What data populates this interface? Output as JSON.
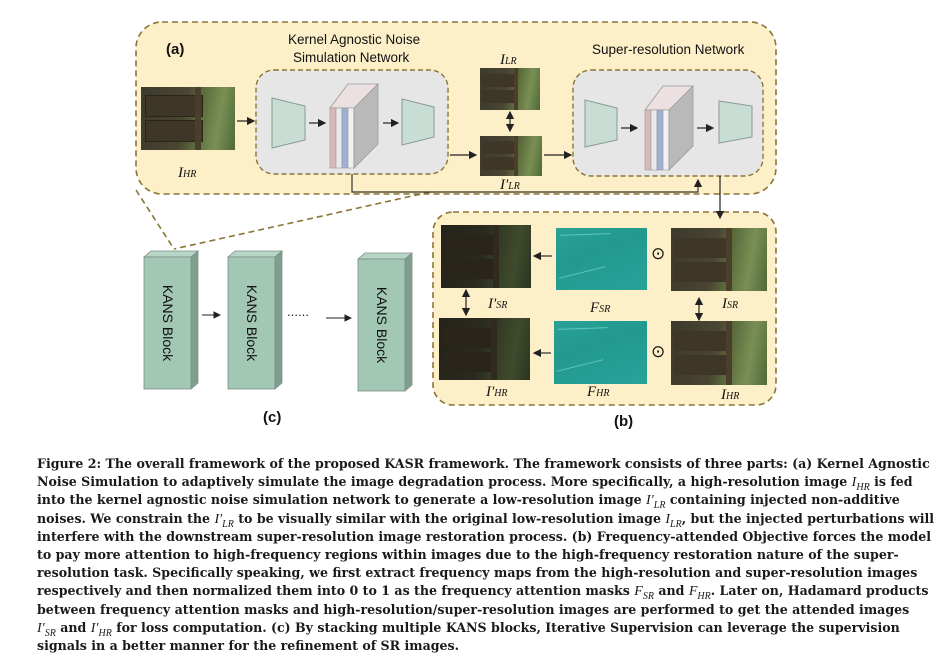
{
  "figure": {
    "panels": {
      "a_label": "(a)",
      "b_label": "(b)",
      "c_label": "(c)"
    },
    "kans_network": {
      "title_line1": "Kernel Agnostic Noise",
      "title_line2": "Simulation Network"
    },
    "sr_network": {
      "title": "Super-resolution  Network"
    },
    "image_labels": {
      "i_hr_main": {
        "base": "I",
        "sub": "HR",
        "prime": ""
      },
      "i_lr": {
        "base": "I",
        "sub": "LR",
        "prime": ""
      },
      "i_lr_prime": {
        "base": "I'",
        "sub": "LR",
        "prime": "'"
      },
      "i_sr_prime": {
        "base": "I'",
        "sub": "SR",
        "prime": "'"
      },
      "f_sr": {
        "base": "F",
        "sub": "SR",
        "prime": ""
      },
      "i_sr": {
        "base": "I",
        "sub": "SR",
        "prime": ""
      },
      "i_hr_prime": {
        "base": "I'",
        "sub": "HR",
        "prime": "'"
      },
      "f_hr": {
        "base": "F",
        "sub": "HR",
        "prime": ""
      },
      "i_hr_b": {
        "base": "I",
        "sub": "HR",
        "prime": ""
      }
    },
    "hadamard_symbol": "⊙",
    "kans_blocks": [
      "KANS Block",
      "KANS Block",
      "KANS Block"
    ],
    "ellipsis": "……",
    "colors": {
      "outer_panel_fill": "#fdf0c8",
      "dashed_border": "#8b7436",
      "inner_panel_fill": "#e6e6e6",
      "trapezoid_fill": "#c8ddd4",
      "block_front": "#a2c7b4",
      "block_top": "#b7d6c6",
      "block_side": "#7f9f8d",
      "freq_map": "#26a096"
    }
  },
  "caption": {
    "lines": [
      {
        "parts": [
          {
            "t": "Figure 2: The overall framework of the proposed KASR framework. The framework consists of three parts: (a) Kernel Agnostic"
          }
        ]
      },
      {
        "parts": [
          {
            "t": "Noise Simulation to adaptively simulate the image degradation process. More specifically, a high-resolution image "
          },
          {
            "m": "I",
            "sub": "HR"
          },
          {
            "t": " is fed"
          }
        ]
      },
      {
        "parts": [
          {
            "t": "into the kernel agnostic noise simulation network to generate a low-resolution image "
          },
          {
            "m": "I′",
            "sub": "LR"
          },
          {
            "t": " containing injected non-additive"
          }
        ]
      },
      {
        "parts": [
          {
            "t": "noises. We constrain the "
          },
          {
            "m": "I′",
            "sub": "LR"
          },
          {
            "t": " to be visually similar with the original low-resolution image "
          },
          {
            "m": "I",
            "sub": "LR"
          },
          {
            "t": ", but the injected perturbations will"
          }
        ]
      },
      {
        "parts": [
          {
            "t": "interfere with the downstream super-resolution image restoration process. (b) Frequency-attended Objective forces the model"
          }
        ]
      },
      {
        "parts": [
          {
            "t": "to pay more attention to high-frequency regions within images due to the high-frequency restoration nature of the super-"
          }
        ]
      },
      {
        "parts": [
          {
            "t": "resolution task. Specifically speaking, we first extract frequency maps from the high-resolution and super-resolution images"
          }
        ]
      },
      {
        "parts": [
          {
            "t": "respectively and then normalized them into 0 to 1 as the frequency attention masks "
          },
          {
            "m": "F",
            "sub": "SR"
          },
          {
            "t": " and "
          },
          {
            "m": "F",
            "sub": "HR"
          },
          {
            "t": ". Later on, Hadamard products"
          }
        ]
      },
      {
        "parts": [
          {
            "t": "between frequency attention masks and high-resolution/super-resolution images are performed to get the attended images"
          }
        ]
      },
      {
        "parts": [
          {
            "m": "I′",
            "sub": "SR"
          },
          {
            "t": " and "
          },
          {
            "m": "I′",
            "sub": "HR"
          },
          {
            "t": " for loss computation. (c) By stacking multiple KANS blocks, Iterative Supervision can leverage the supervision"
          }
        ]
      },
      {
        "parts": [
          {
            "t": "signals in a better manner for the refinement of SR images."
          }
        ]
      }
    ]
  }
}
